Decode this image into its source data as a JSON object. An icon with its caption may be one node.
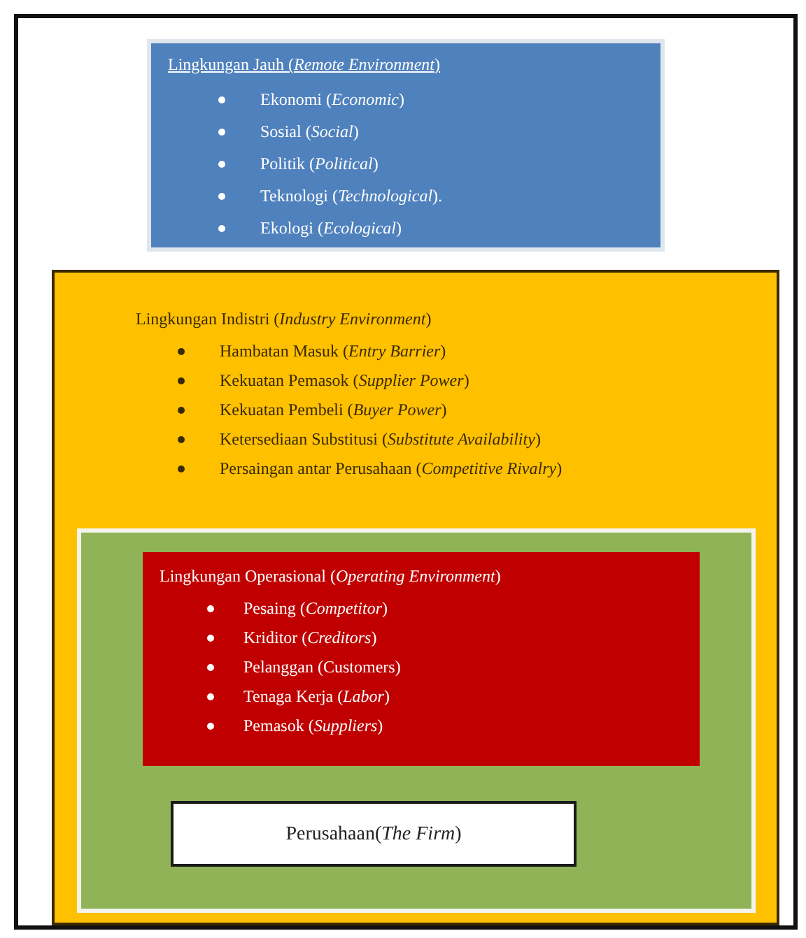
{
  "diagram": {
    "nodes": [
      {
        "text": [],
        "shape": "box"
      },
      {
        "text": [
          "Lingkungan Jauh (*Remote Environment*)",
          "Ekonomi (*Economic*)",
          "Sosial (*Social*)",
          "Politik (*Political*)",
          "Teknologi (*Technological*).",
          "Ekologi (*Ecological*)"
        ],
        "in": 0
      },
      {
        "text": [
          "Lingkungan Indistri (*Industry Environment*)",
          "Hambatan Masuk (*Entry Barrier*)",
          "Kekuatan Pemasok (*Supplier Power*)",
          "Kekuatan Pembeli (*Buyer Power*)",
          "Ketersediaan Substitusi (*Substitute Availability*)",
          "Persaingan antar Perusahaan (*Competitive Rivalry*)"
        ],
        "in": 0
      },
      {
        "text": [],
        "shape": "box",
        "in": 2
      },
      {
        "text": [
          "Lingkungan Operasional (*Operating Environment*)",
          "Pesaing (*Competitor*)",
          "Kriditor (*Creditors*)",
          "Pelanggan (Customers)",
          "Tenaga Kerja (*Labor*)",
          "Pemasok (*Suppliers*)"
        ],
        "in": 3
      },
      {
        "text": [
          "Perusahaan(*The Firm*)"
        ],
        "in": 3
      }
    ]
  }
}
